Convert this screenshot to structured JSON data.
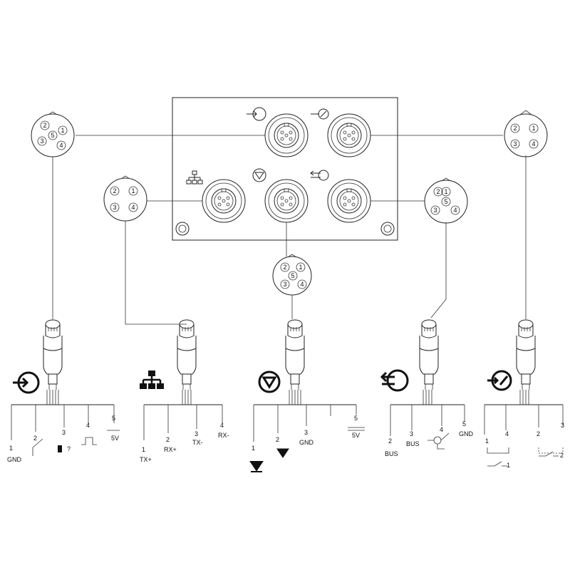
{
  "colors": {
    "line": "#222222",
    "background": "#ffffff"
  },
  "controller": {
    "port_icons": [
      "power-input-icon",
      "sensor-input-icon",
      "network-icon",
      "valve-icon",
      "bus-icon"
    ]
  },
  "pinouts": {
    "power_5pin": [
      "2",
      "1",
      "5",
      "3",
      "4"
    ],
    "network_4pin": [
      "2",
      "1",
      "3",
      "4"
    ],
    "valve_5pin": [
      "2",
      "1",
      "5",
      "3",
      "4"
    ],
    "bus_5pin": [
      "2",
      "1",
      "5",
      "3",
      "4"
    ],
    "sensor_4pin": [
      "2",
      "1",
      "3",
      "4"
    ]
  },
  "cables": {
    "power": {
      "icon": "power-input-icon",
      "wires": [
        {
          "num": "1",
          "label": "GND"
        },
        {
          "num": "2",
          "label": ""
        },
        {
          "num": "3",
          "label": "?"
        },
        {
          "num": "4",
          "label": ""
        },
        {
          "num": "5",
          "label": "5V"
        }
      ]
    },
    "network": {
      "icon": "network-icon",
      "wires": [
        {
          "num": "1",
          "label": "TX+"
        },
        {
          "num": "2",
          "label": "RX+"
        },
        {
          "num": "3",
          "label": "TX-"
        },
        {
          "num": "4",
          "label": "RX-"
        }
      ]
    },
    "valve": {
      "icon": "valve-icon",
      "wires": [
        {
          "num": "1",
          "label": ""
        },
        {
          "num": "2",
          "label": ""
        },
        {
          "num": "3",
          "label": "GND"
        },
        {
          "num": "",
          "label": ""
        },
        {
          "num": "5",
          "label": "5V"
        }
      ]
    },
    "bus": {
      "icon": "bus-icon",
      "wires": [
        {
          "num": "2",
          "label": "BUS"
        },
        {
          "num": "3",
          "label": "BUS"
        },
        {
          "num": "4",
          "label": ""
        },
        {
          "num": "5",
          "label": "GND"
        }
      ]
    },
    "sensor": {
      "icon": "sensor-input-icon",
      "wires": [
        {
          "num": "1",
          "label": ""
        },
        {
          "num": "4",
          "label": ""
        },
        {
          "num": "2",
          "label": ""
        },
        {
          "num": "3",
          "label": ""
        }
      ],
      "switch_labels": [
        "1",
        "2"
      ]
    }
  }
}
